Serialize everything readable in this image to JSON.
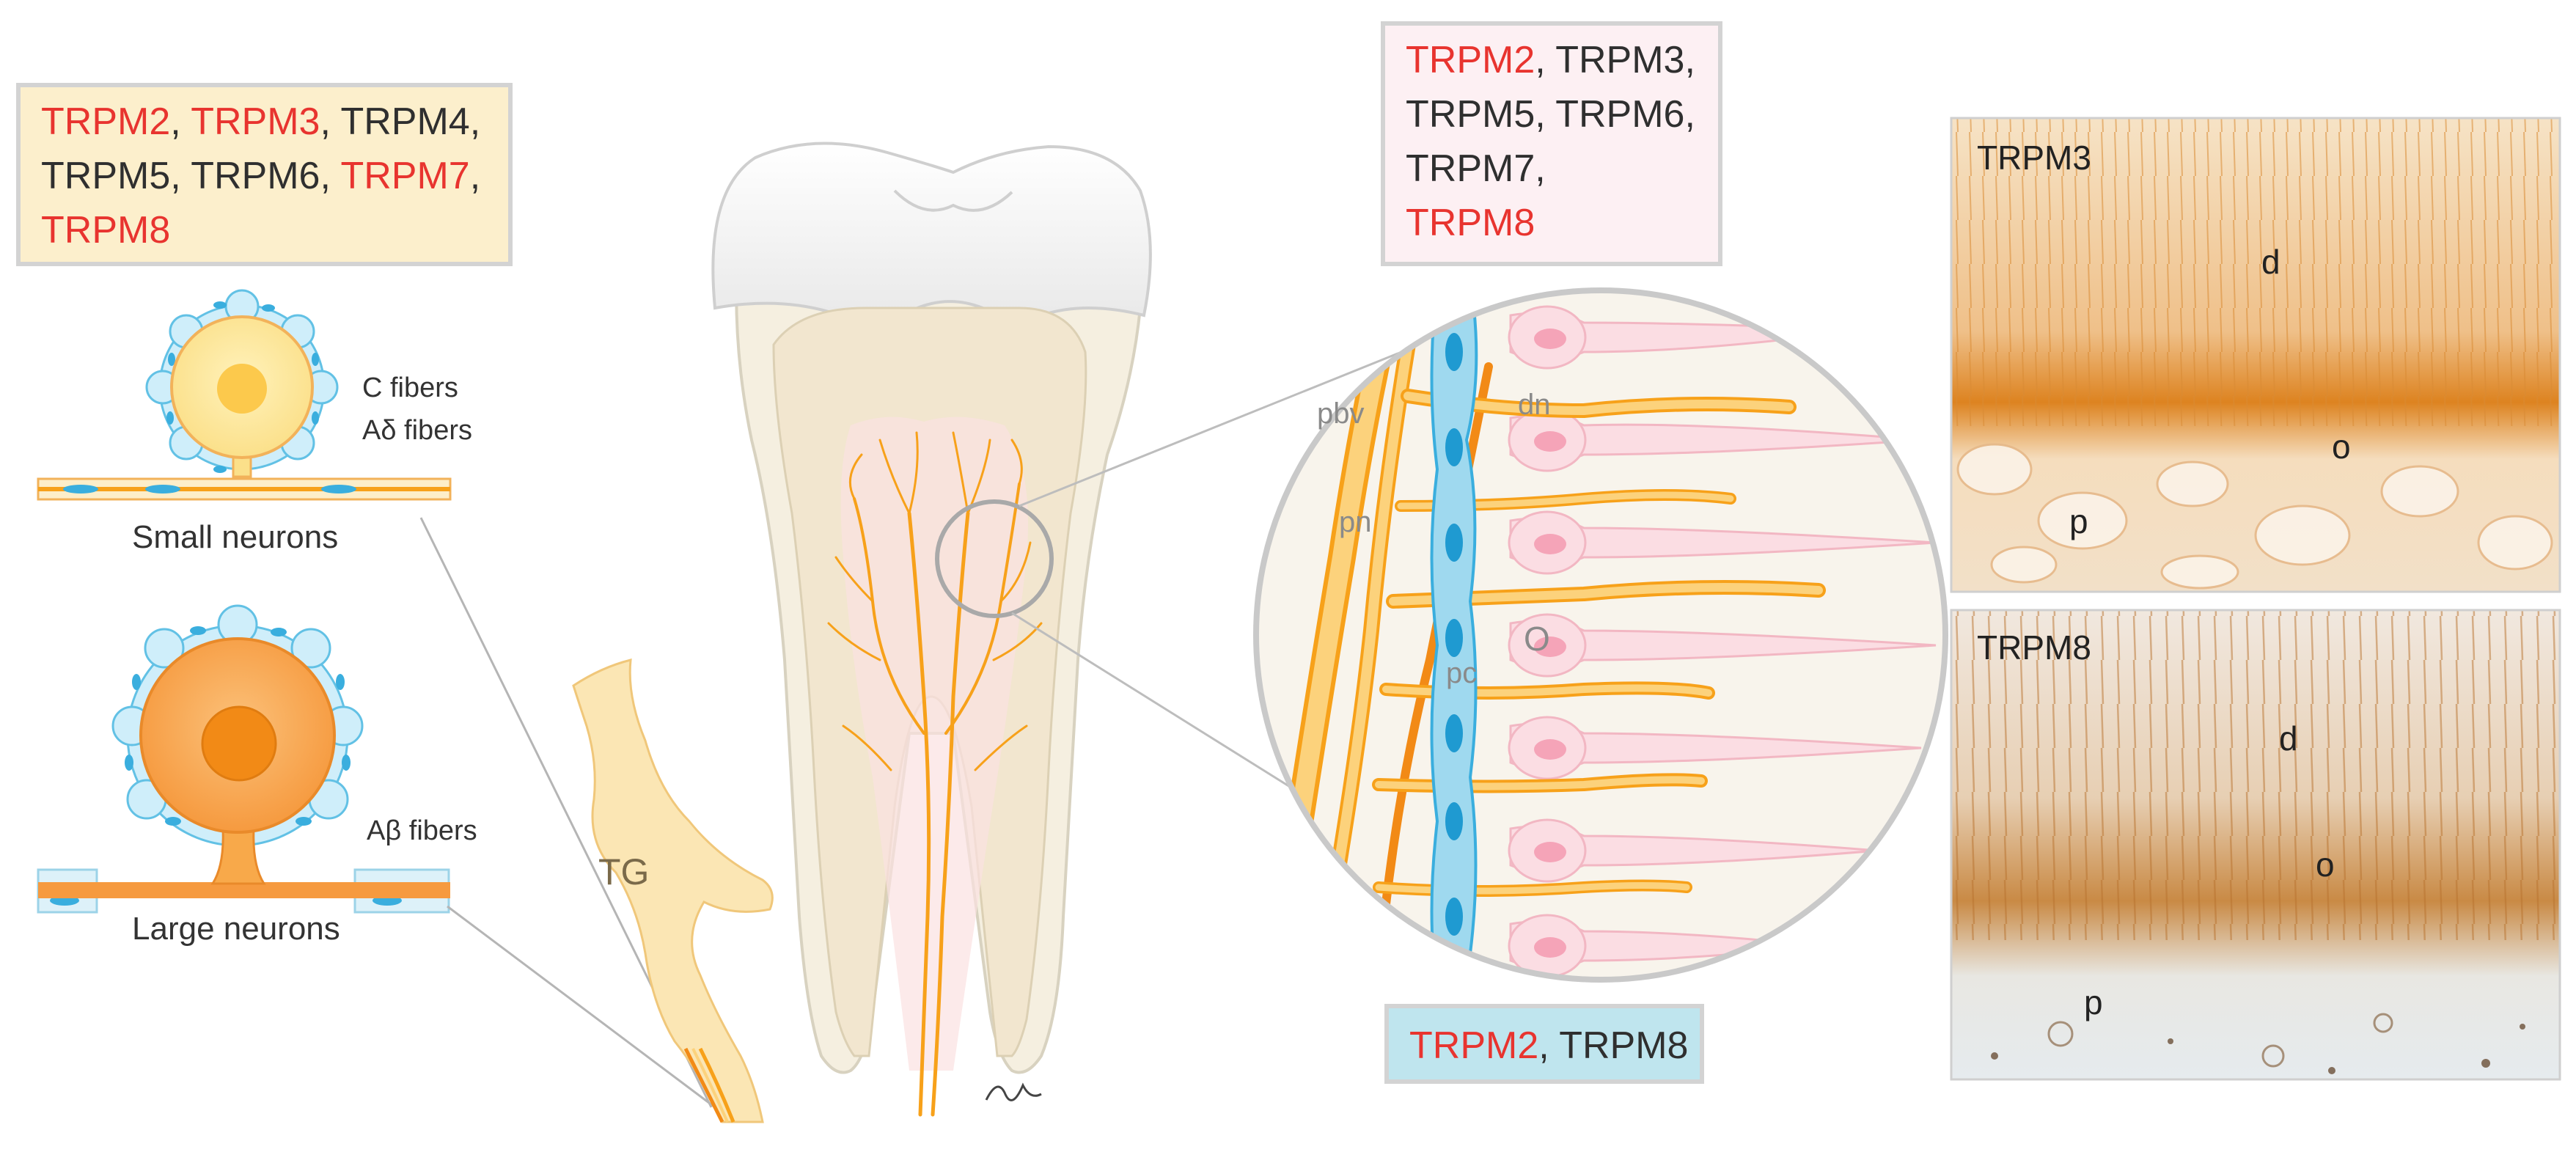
{
  "ganglion_box": {
    "items": [
      {
        "text": "TRPM2",
        "color": "#e8342f"
      },
      {
        "text": "TRPM3",
        "color": "#e8342f"
      },
      {
        "text": "TRPM4",
        "color": "#2f2f2f"
      },
      {
        "text": "TRPM5",
        "color": "#2f2f2f"
      },
      {
        "text": "TRPM6",
        "color": "#2f2f2f"
      },
      {
        "text": "TRPM7",
        "color": "#e8342f"
      },
      {
        "text": "TRPM8",
        "color": "#e8342f"
      }
    ],
    "background": "#fcefcc"
  },
  "odontoblast_box": {
    "items": [
      {
        "text": "TRPM2",
        "color": "#e8342f"
      },
      {
        "text": "TRPM3",
        "color": "#2f2f2f"
      },
      {
        "text": "TRPM5",
        "color": "#2f2f2f"
      },
      {
        "text": "TRPM6",
        "color": "#2f2f2f"
      },
      {
        "text": "TRPM7",
        "color": "#2f2f2f"
      },
      {
        "text": "TRPM8",
        "color": "#e8342f"
      }
    ],
    "background": "#fdf0f3"
  },
  "pulp_box": {
    "items": [
      {
        "text": "TRPM2",
        "color": "#e8342f"
      },
      {
        "text": "TRPM8",
        "color": "#2f2f2f"
      }
    ],
    "background": "#bfe5ee"
  },
  "neurons": {
    "small_fibers_1": "C fibers",
    "small_fibers_2": "Aδ fibers",
    "small_label": "Small neurons",
    "large_fibers": "Aβ fibers",
    "large_label": "Large neurons"
  },
  "ganglion_label": "TG",
  "zoom_labels": {
    "pbv": "pbv",
    "dn": "dn",
    "pn": "pn",
    "o": "O",
    "pc": "pc"
  },
  "panels": [
    {
      "title": "TRPM3",
      "d": "d",
      "o": "o",
      "p": "p"
    },
    {
      "title": "TRPM8",
      "d": "d",
      "o": "o",
      "p": "p"
    }
  ],
  "colors": {
    "nerve": "#f7a11a",
    "nerve_light": "#fcd27c",
    "odontoblast": "#f8d4dc",
    "glia": "#62c1e5",
    "neuron_small": "#fde79a",
    "neuron_large": "#f8a94a"
  }
}
